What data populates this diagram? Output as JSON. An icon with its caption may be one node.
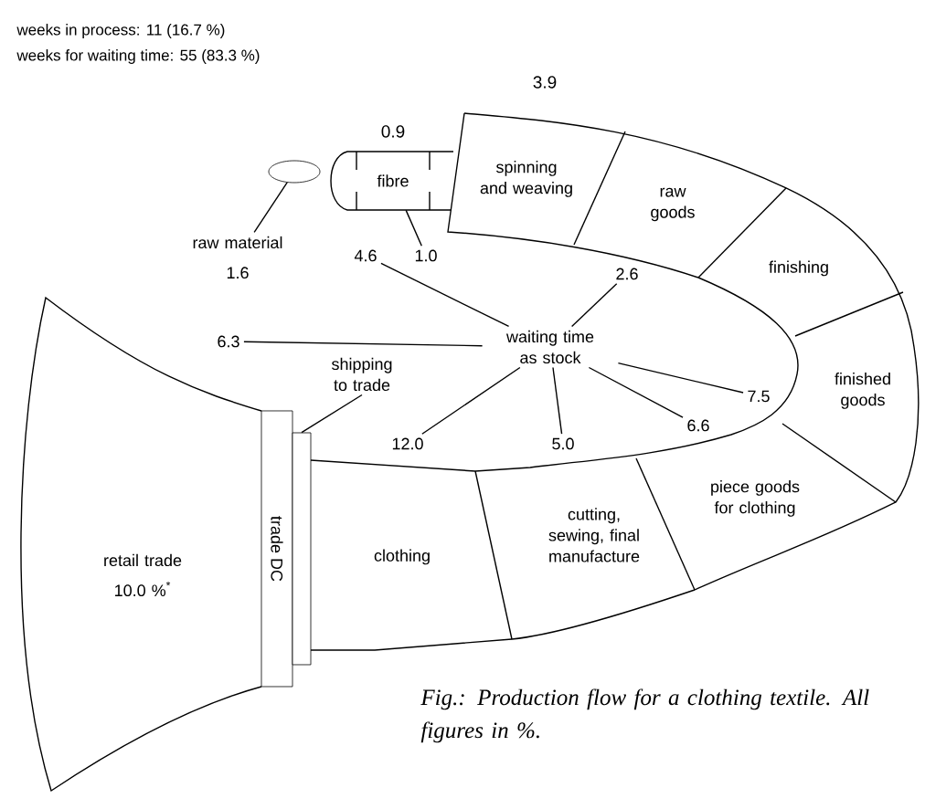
{
  "diagram": {
    "caption": "Fig.: Production flow for a clothing textile. All figures in %.",
    "nodes": [
      {
        "text": [
          "raw material",
          "1.6"
        ]
      },
      {
        "text": [],
        "shape": "ellipse"
      },
      {
        "text": [
          "fibre"
        ]
      },
      {
        "text": [
          "spinning and weaving"
        ]
      },
      {
        "text": [
          "raw goods"
        ]
      },
      {
        "text": [
          "finishing"
        ]
      },
      {
        "text": [
          "finished goods"
        ]
      },
      {
        "text": [
          "piece goods for clothing"
        ]
      },
      {
        "text": [
          "cutting, sewing, final manufacture"
        ]
      },
      {
        "text": [
          "clothing"
        ]
      },
      {
        "text": [
          "trade DC"
        ]
      },
      {
        "text": [
          "retail trade",
          "10.0 %$^{*}$"
        ]
      },
      {
        "text": [
          "shipping to trade"
        ]
      },
      {
        "text": [],
        "shape": "box"
      },
      {
        "text": [
          "waiting time as stock"
        ]
      },
      {
        "text": [
          "4.6"
        ]
      },
      {
        "text": [
          "6.3"
        ]
      },
      {
        "text": [
          "12.0"
        ]
      },
      {
        "text": [
          "5.0"
        ]
      },
      {
        "text": [
          "6.6"
        ]
      },
      {
        "text": [
          "7.5"
        ]
      },
      {
        "text": [
          "2.6"
        ]
      },
      {
        "text": [
          "1.0"
        ]
      }
    ],
    "edges": [
      {
        "from": 0,
        "to": 1,
        "arrow": "none"
      },
      {
        "from": 12,
        "to": 13,
        "arrow": "none"
      },
      {
        "from": 22,
        "to": 2,
        "arrow": "none"
      },
      {
        "from": 14,
        "to": 15,
        "arrow": "none"
      },
      {
        "from": 14,
        "to": 16,
        "arrow": "none"
      },
      {
        "from": 14,
        "to": 17,
        "arrow": "none"
      },
      {
        "from": 14,
        "to": 18,
        "arrow": "none"
      },
      {
        "from": 14,
        "to": 19,
        "arrow": "none"
      },
      {
        "from": 14,
        "to": 20,
        "arrow": "none"
      },
      {
        "from": 14,
        "to": 21,
        "arrow": "none"
      }
    ],
    "labels": [
      "weeks in process: 11 (16.7 %)",
      "weeks for waiting time: 55 (83.3 %)",
      "0.9",
      "3.9"
    ]
  }
}
